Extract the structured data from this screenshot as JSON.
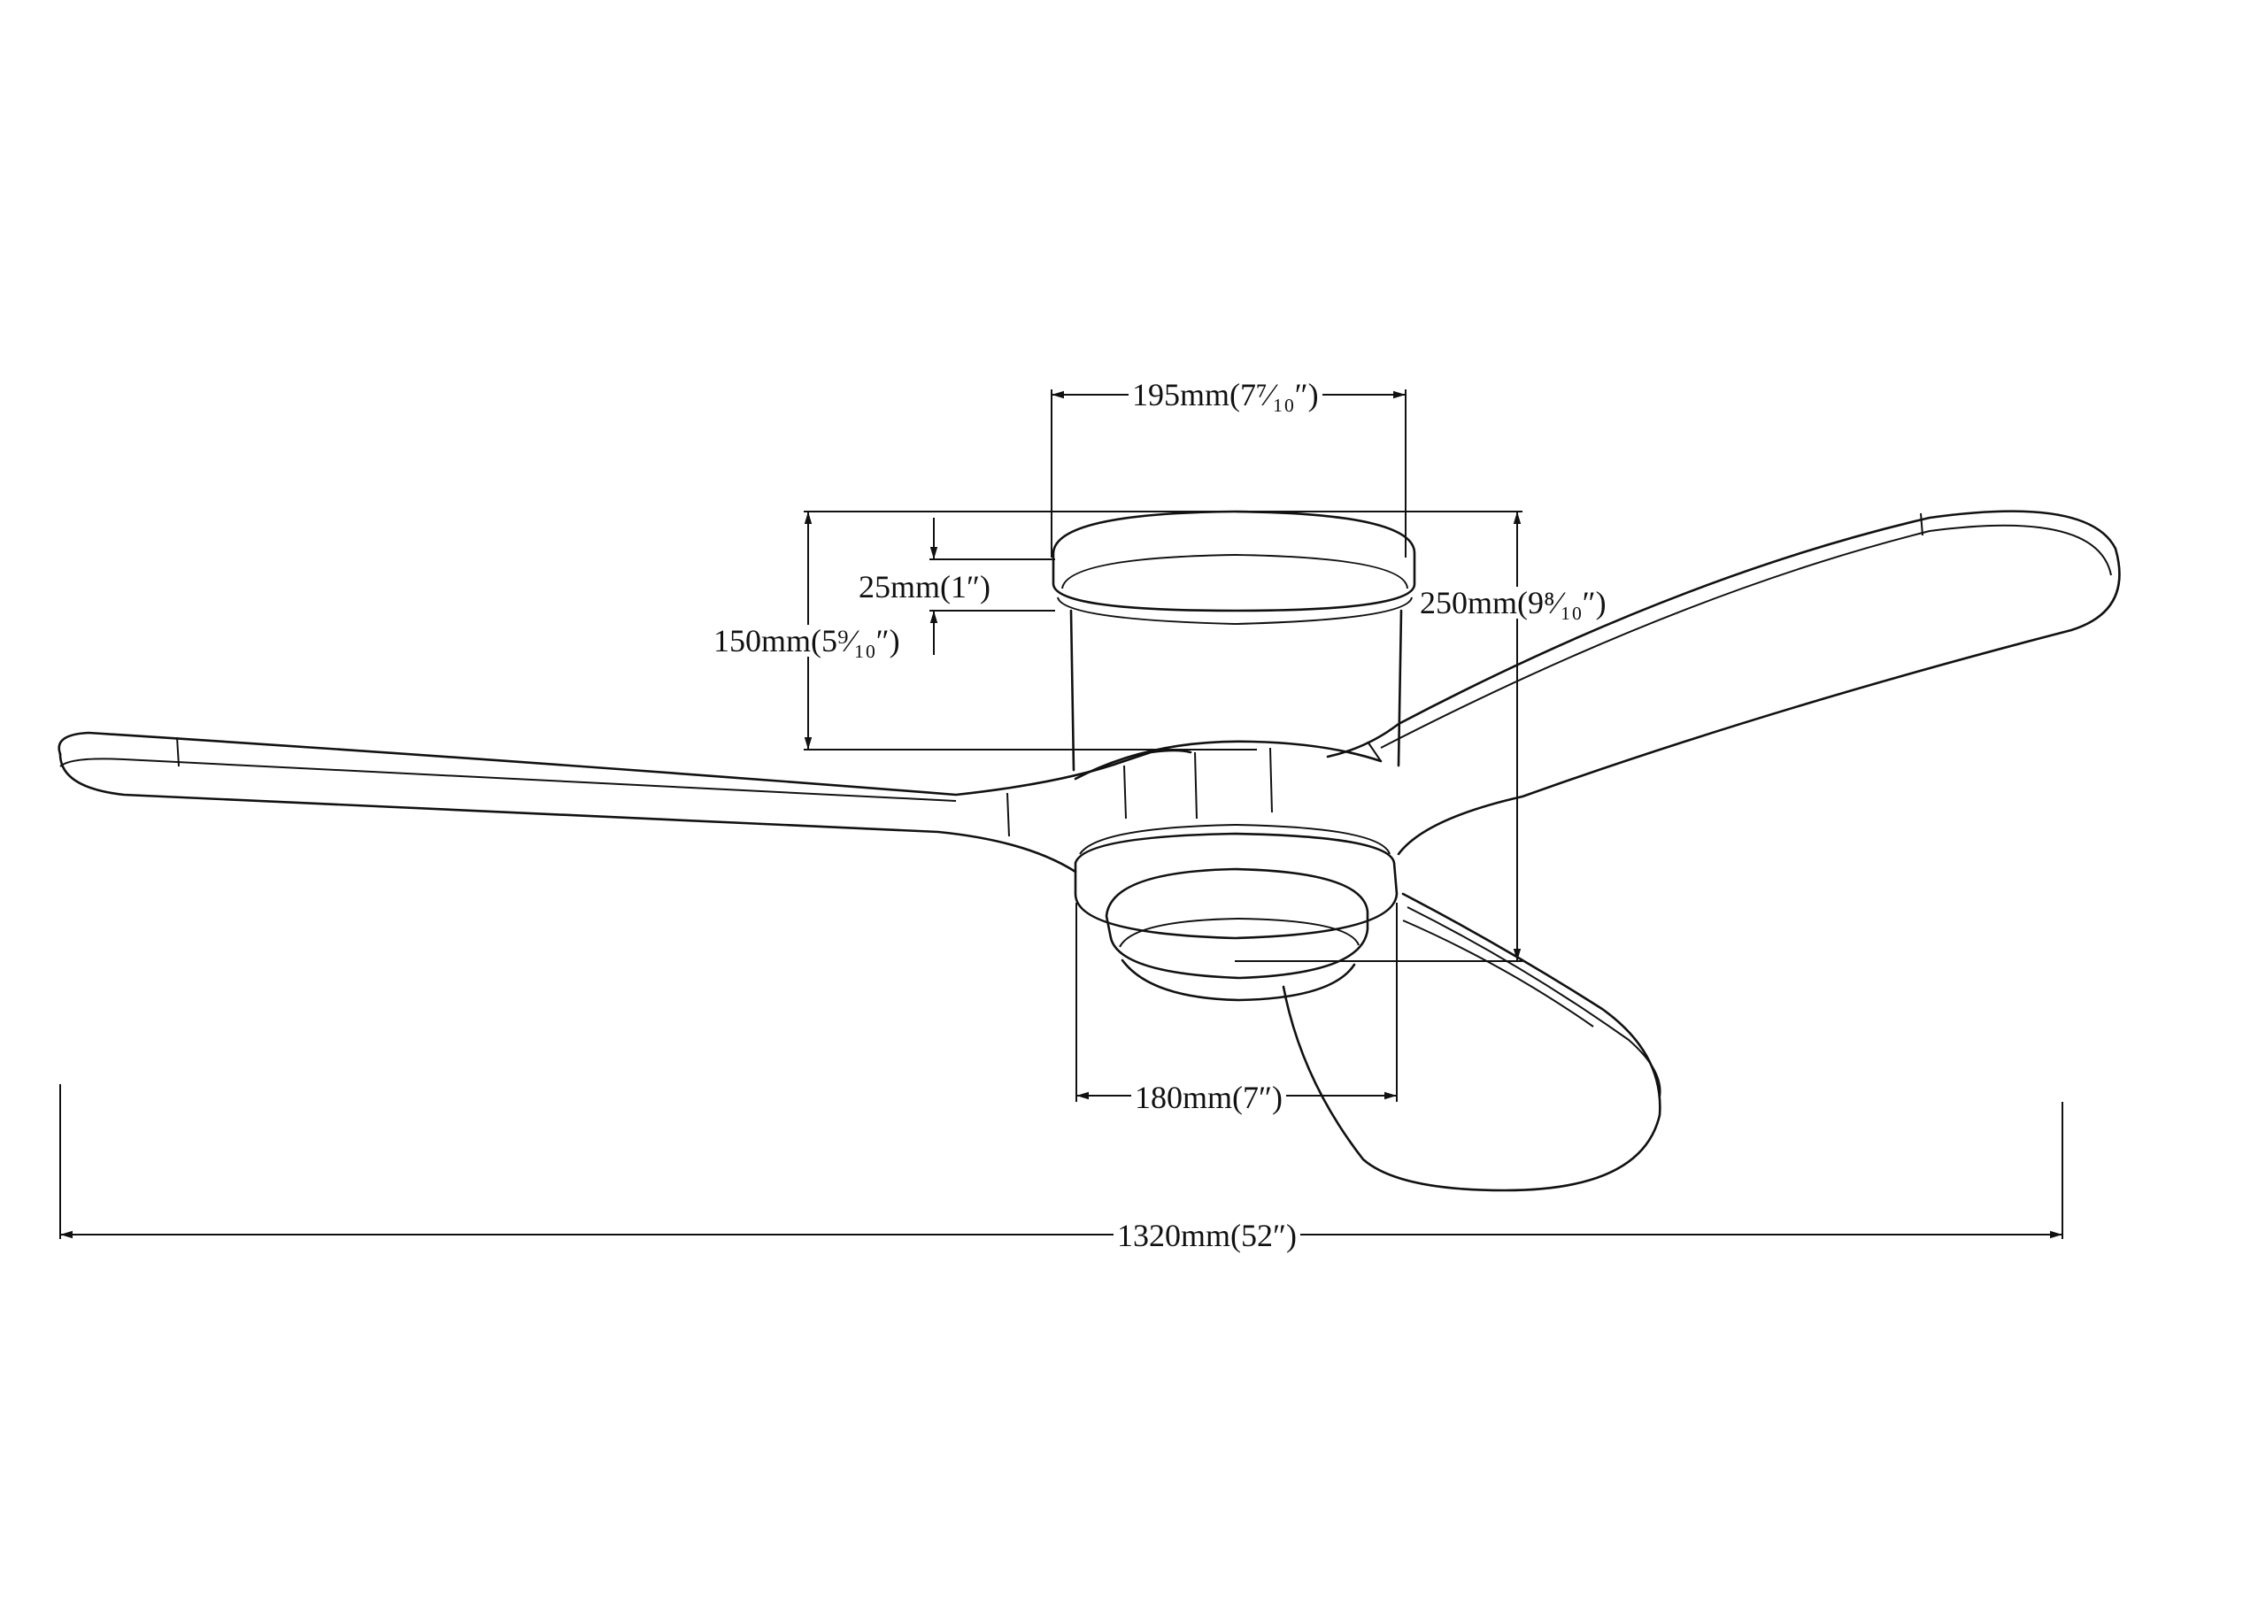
{
  "dimensions": {
    "canopy_width": "195mm(7⁷⁄₁₀″)",
    "canopy_band": "25mm(1″)",
    "mount_height": "150mm(5⁹⁄₁₀″)",
    "overall_height": "250mm(9⁸⁄₁₀″)",
    "light_width": "180mm(7″)",
    "blade_span": "1320mm(52″)"
  },
  "colors": {
    "line": "#111111",
    "background": "#ffffff"
  }
}
